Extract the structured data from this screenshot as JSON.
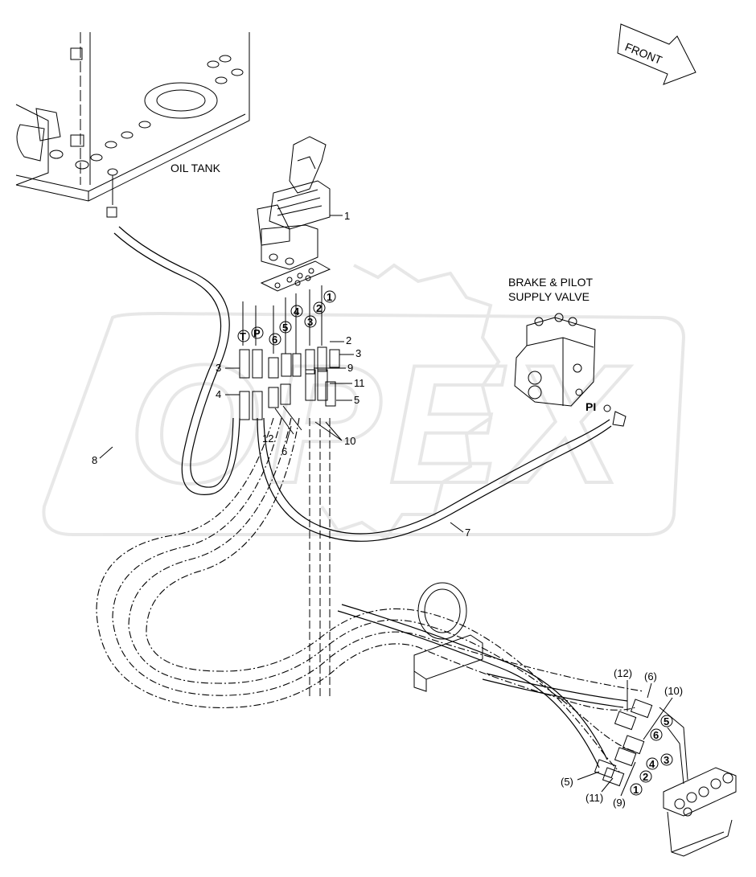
{
  "labels": {
    "oil_tank": "OIL TANK",
    "brake_line1": "BRAKE & PILOT",
    "brake_line2": "SUPPLY VALVE",
    "front": "FRONT",
    "pi": "PI",
    "watermark": "OPEX"
  },
  "part_numbers": {
    "p1": "1",
    "p2": "2",
    "p3a": "3",
    "p3b": "3",
    "p4": "4",
    "p5": "5",
    "p6": "6",
    "p7": "7",
    "p8": "8",
    "p9": "9",
    "p10": "10",
    "p11": "11",
    "p12": "12"
  },
  "port_markers": {
    "T": "T",
    "P": "P",
    "c1": "1",
    "c2": "2",
    "c3": "3",
    "c4": "4",
    "c5": "5",
    "c6": "6",
    "r1": "1",
    "r2": "2",
    "r3": "3",
    "r4": "4",
    "r5": "5",
    "r6": "6"
  },
  "ref_labels": {
    "r12": "(12)",
    "r6": "(6)",
    "r10": "(10)",
    "r5": "(5)",
    "r11": "(11)",
    "r9": "(9)"
  },
  "colors": {
    "ink": "#000000",
    "watermark": "#bdbdbd"
  }
}
